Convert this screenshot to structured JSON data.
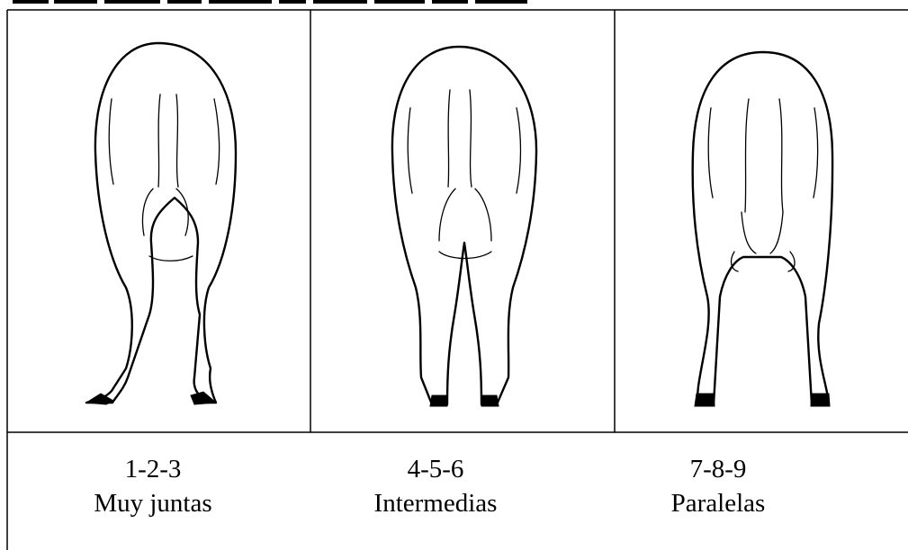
{
  "columns": [
    {
      "scores": "1-2-3",
      "description": "Muy juntas",
      "illustration": "cow-rear-legs-close-icon"
    },
    {
      "scores": "4-5-6",
      "description": "Intermedias",
      "illustration": "cow-rear-legs-intermediate-icon"
    },
    {
      "scores": "7-8-9",
      "description": "Paralelas",
      "illustration": "cow-rear-legs-parallel-icon"
    }
  ]
}
